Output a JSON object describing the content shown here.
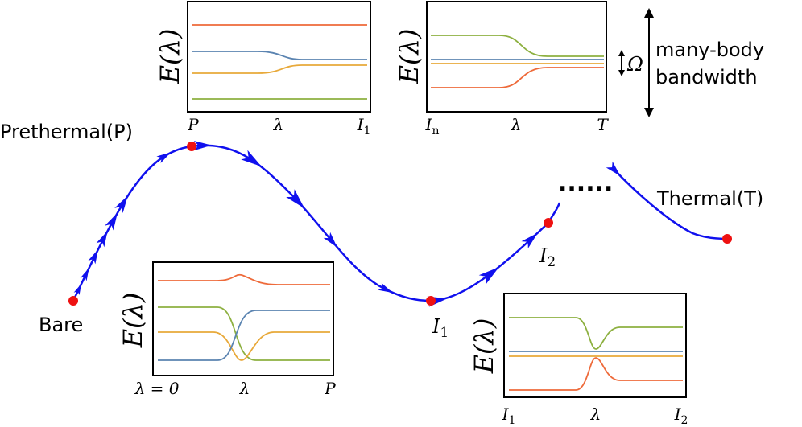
{
  "labels": {
    "prethermal": "Prethermal(P)",
    "thermal": "Thermal(T)",
    "bare": "Bare",
    "i1": "I1",
    "i2": "I2",
    "dots": "......",
    "omega": "Ω",
    "bandwidth_line1": "many-body",
    "bandwidth_line2": "bandwidth"
  },
  "colors": {
    "flow": "#1010ee",
    "point": "#ee1111",
    "orange": "#ee6a3a",
    "blue": "#5b84b1",
    "yellow": "#e8a93a",
    "green": "#8db040"
  },
  "panels": {
    "top_left": {
      "ylabel": "E(λ)",
      "ticks": [
        "P",
        "λ",
        "I1"
      ]
    },
    "top_right": {
      "ylabel": "E(λ)",
      "ticks": [
        "In",
        "λ",
        "T"
      ]
    },
    "bottom_left": {
      "ylabel": "E(λ)",
      "ticks": [
        "λ = 0",
        "λ",
        "P"
      ]
    },
    "bottom_right": {
      "ylabel": "E(λ)",
      "ticks": [
        "I1",
        "λ",
        "I2"
      ]
    }
  }
}
